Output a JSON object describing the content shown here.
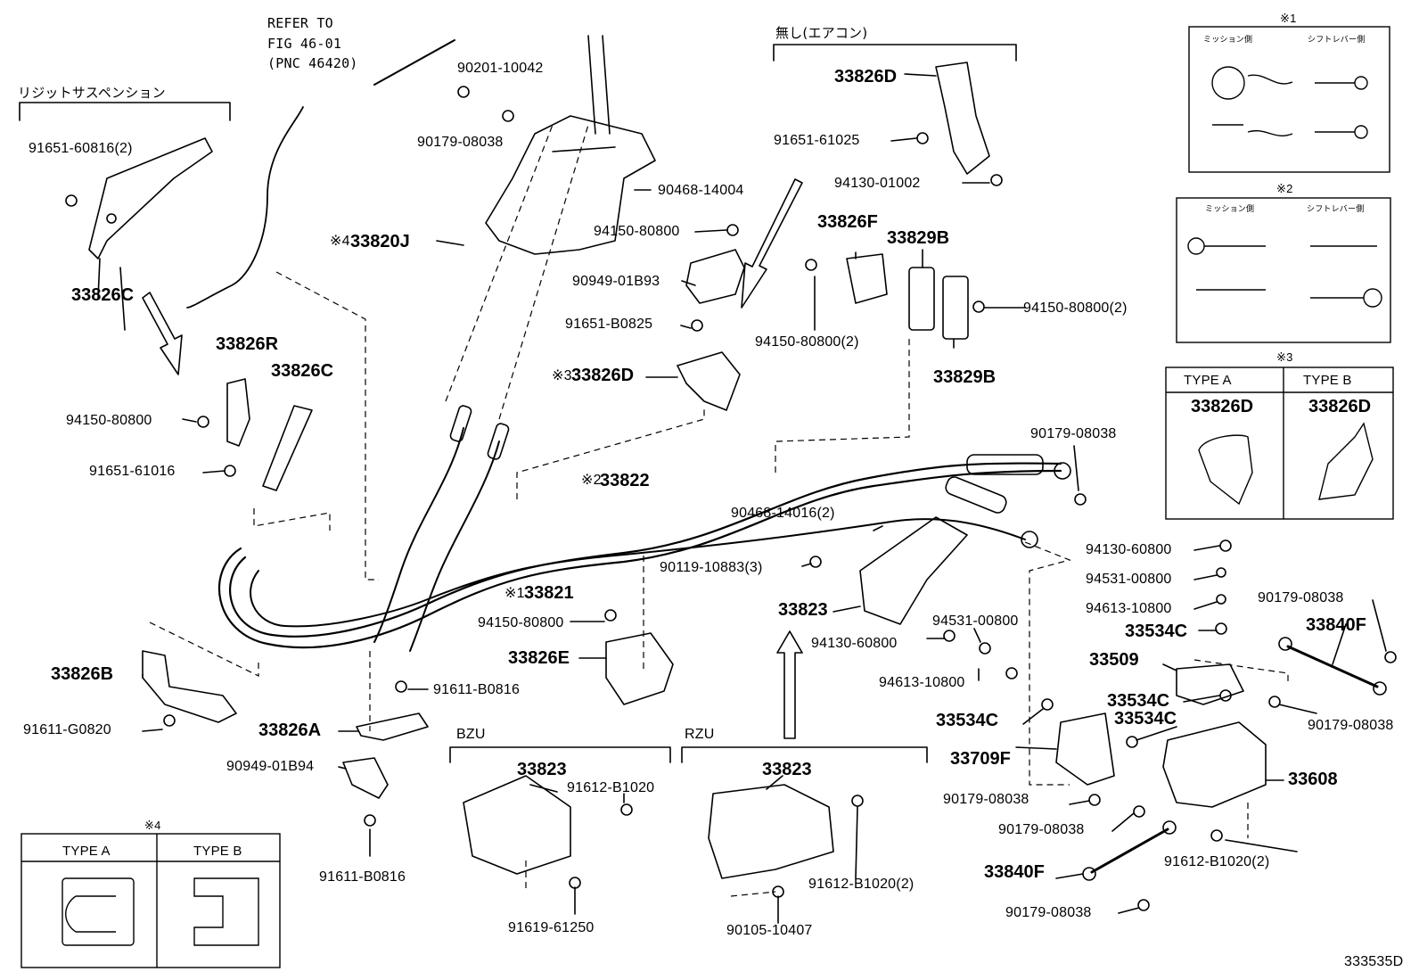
{
  "diagram": {
    "figure_code": "333535D",
    "refer": [
      "REFER TO",
      "FIG 46-01",
      "(PNC 46420)"
    ],
    "headers": {
      "rigid_suspension": "リジットサスペンション",
      "no_aircon": "無し(エアコン)",
      "bzu": "BZU",
      "rzu": "RZU"
    },
    "parts": [
      {
        "id": "p01",
        "text": "91651-60816(2)"
      },
      {
        "id": "p02",
        "text": "33826C"
      },
      {
        "id": "p03",
        "text": "33826R"
      },
      {
        "id": "p04",
        "text": "33826C"
      },
      {
        "id": "p05",
        "text": "94150-80800"
      },
      {
        "id": "p06",
        "text": "91651-61016"
      },
      {
        "id": "p07",
        "text": "33826B"
      },
      {
        "id": "p08",
        "text": "91611-G0820"
      },
      {
        "id": "p09",
        "text": "90201-10042"
      },
      {
        "id": "p10",
        "text": "90179-08038"
      },
      {
        "id": "p11",
        "text": "90468-14004"
      },
      {
        "id": "p12",
        "text": "33820J"
      },
      {
        "id": "p13",
        "text": "94150-80800"
      },
      {
        "id": "p14",
        "text": "90949-01B93"
      },
      {
        "id": "p15",
        "text": "91651-B0825"
      },
      {
        "id": "p16",
        "text": "33826D"
      },
      {
        "id": "p17",
        "text": "33822"
      },
      {
        "id": "p18",
        "text": "33821"
      },
      {
        "id": "p19",
        "text": "94150-80800"
      },
      {
        "id": "p20",
        "text": "33826E"
      },
      {
        "id": "p21",
        "text": "91611-B0816"
      },
      {
        "id": "p22",
        "text": "33826A"
      },
      {
        "id": "p23",
        "text": "90949-01B94"
      },
      {
        "id": "p24",
        "text": "91611-B0816"
      },
      {
        "id": "p25",
        "text": "33826D"
      },
      {
        "id": "p26",
        "text": "91651-61025"
      },
      {
        "id": "p27",
        "text": "94130-01002"
      },
      {
        "id": "p28",
        "text": "33826F"
      },
      {
        "id": "p29",
        "text": "33829B"
      },
      {
        "id": "p30",
        "text": "94150-80800(2)"
      },
      {
        "id": "p31",
        "text": "94150-80800(2)"
      },
      {
        "id": "p32",
        "text": "33829B"
      },
      {
        "id": "p33",
        "text": "90179-08038"
      },
      {
        "id": "p34",
        "text": "90468-14016(2)"
      },
      {
        "id": "p35",
        "text": "90119-10883(3)"
      },
      {
        "id": "p36",
        "text": "33823"
      },
      {
        "id": "p37",
        "text": "94130-60800"
      },
      {
        "id": "p38",
        "text": "94531-00800"
      },
      {
        "id": "p39",
        "text": "94613-10800"
      },
      {
        "id": "p40",
        "text": "94130-60800"
      },
      {
        "id": "p41",
        "text": "94531-00800"
      },
      {
        "id": "p42",
        "text": "94613-10800"
      },
      {
        "id": "p43",
        "text": "33534C"
      },
      {
        "id": "p44",
        "text": "33509"
      },
      {
        "id": "p45",
        "text": "33534C"
      },
      {
        "id": "p46",
        "text": "33534C"
      },
      {
        "id": "p47",
        "text": "33534C"
      },
      {
        "id": "p48",
        "text": "33709F"
      },
      {
        "id": "p49",
        "text": "33608"
      },
      {
        "id": "p50",
        "text": "90179-08038"
      },
      {
        "id": "p51",
        "text": "90179-08038"
      },
      {
        "id": "p52",
        "text": "33840F"
      },
      {
        "id": "p53",
        "text": "90179-08038"
      },
      {
        "id": "p54",
        "text": "91612-B1020(2)"
      },
      {
        "id": "p55",
        "text": "33840F"
      },
      {
        "id": "p56",
        "text": "90179-08038"
      },
      {
        "id": "p57",
        "text": "90179-08038"
      },
      {
        "id": "p58",
        "text": "33823"
      },
      {
        "id": "p59",
        "text": "91612-B1020"
      },
      {
        "id": "p60",
        "text": "91619-61250"
      },
      {
        "id": "p61",
        "text": "33823"
      },
      {
        "id": "p62",
        "text": "91612-B1020(2)"
      },
      {
        "id": "p63",
        "text": "90105-10407"
      }
    ],
    "callout_marks": {
      "m4": "※4",
      "m3": "※3",
      "m2": "※2",
      "m1": "※1"
    },
    "insets": {
      "note1": {
        "mark": "※1",
        "col_left": "ミッション側",
        "col_right": "シフトレバー側"
      },
      "note2": {
        "mark": "※2",
        "col_left": "ミッション側",
        "col_right": "シフトレバー側"
      },
      "note3": {
        "mark": "※3",
        "type_a": "TYPE A",
        "type_b": "TYPE B",
        "part_a": "33826D",
        "part_b": "33826D"
      },
      "note4": {
        "mark": "※4",
        "type_a": "TYPE A",
        "type_b": "TYPE B"
      }
    }
  }
}
